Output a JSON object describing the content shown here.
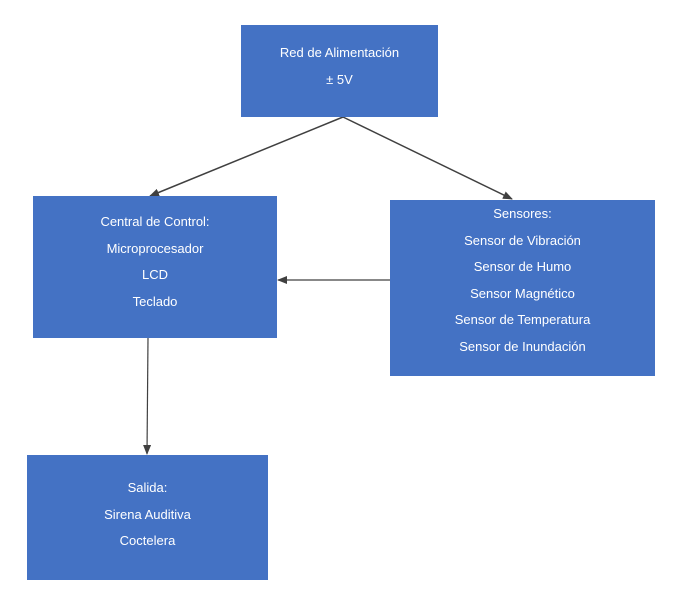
{
  "diagram": {
    "power": {
      "lines": [
        "Red de Alimentación",
        "± 5V"
      ]
    },
    "control": {
      "lines": [
        "Central de Control:",
        "Microprocesador",
        "LCD",
        "Teclado"
      ]
    },
    "sensors": {
      "lines": [
        "Sensores:",
        "Sensor de Vibración",
        "Sensor de Humo",
        "Sensor Magnético",
        "Sensor de Temperatura",
        "Sensor de Inundación"
      ]
    },
    "output": {
      "lines": [
        "Salida:",
        "Sirena Auditiva",
        "Coctelera"
      ]
    },
    "colors": {
      "box_fill": "#4472c4",
      "box_text": "#ffffff",
      "connector": "#404040"
    }
  }
}
